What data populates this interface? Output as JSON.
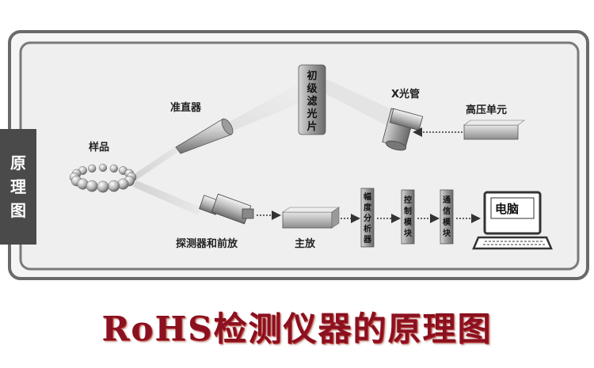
{
  "diagram": {
    "side_tab": [
      "原",
      "理",
      "图"
    ],
    "labels": {
      "sample": "样品",
      "collimator": "准直器",
      "filter": [
        "初",
        "级",
        "滤",
        "光",
        "片"
      ],
      "xray_tube": "X光管",
      "hv_unit": "高压单元",
      "detector": "探测器和前放",
      "main_amp": "主放",
      "amp_analyzer": [
        "幅",
        "度",
        "分",
        "析",
        "器"
      ],
      "control_module": [
        "控",
        "制",
        "模",
        "块"
      ],
      "comm_module": [
        "通",
        "信",
        "模",
        "块"
      ],
      "computer": "电脑"
    }
  },
  "caption": "RoHS检测仪器的原理图"
}
